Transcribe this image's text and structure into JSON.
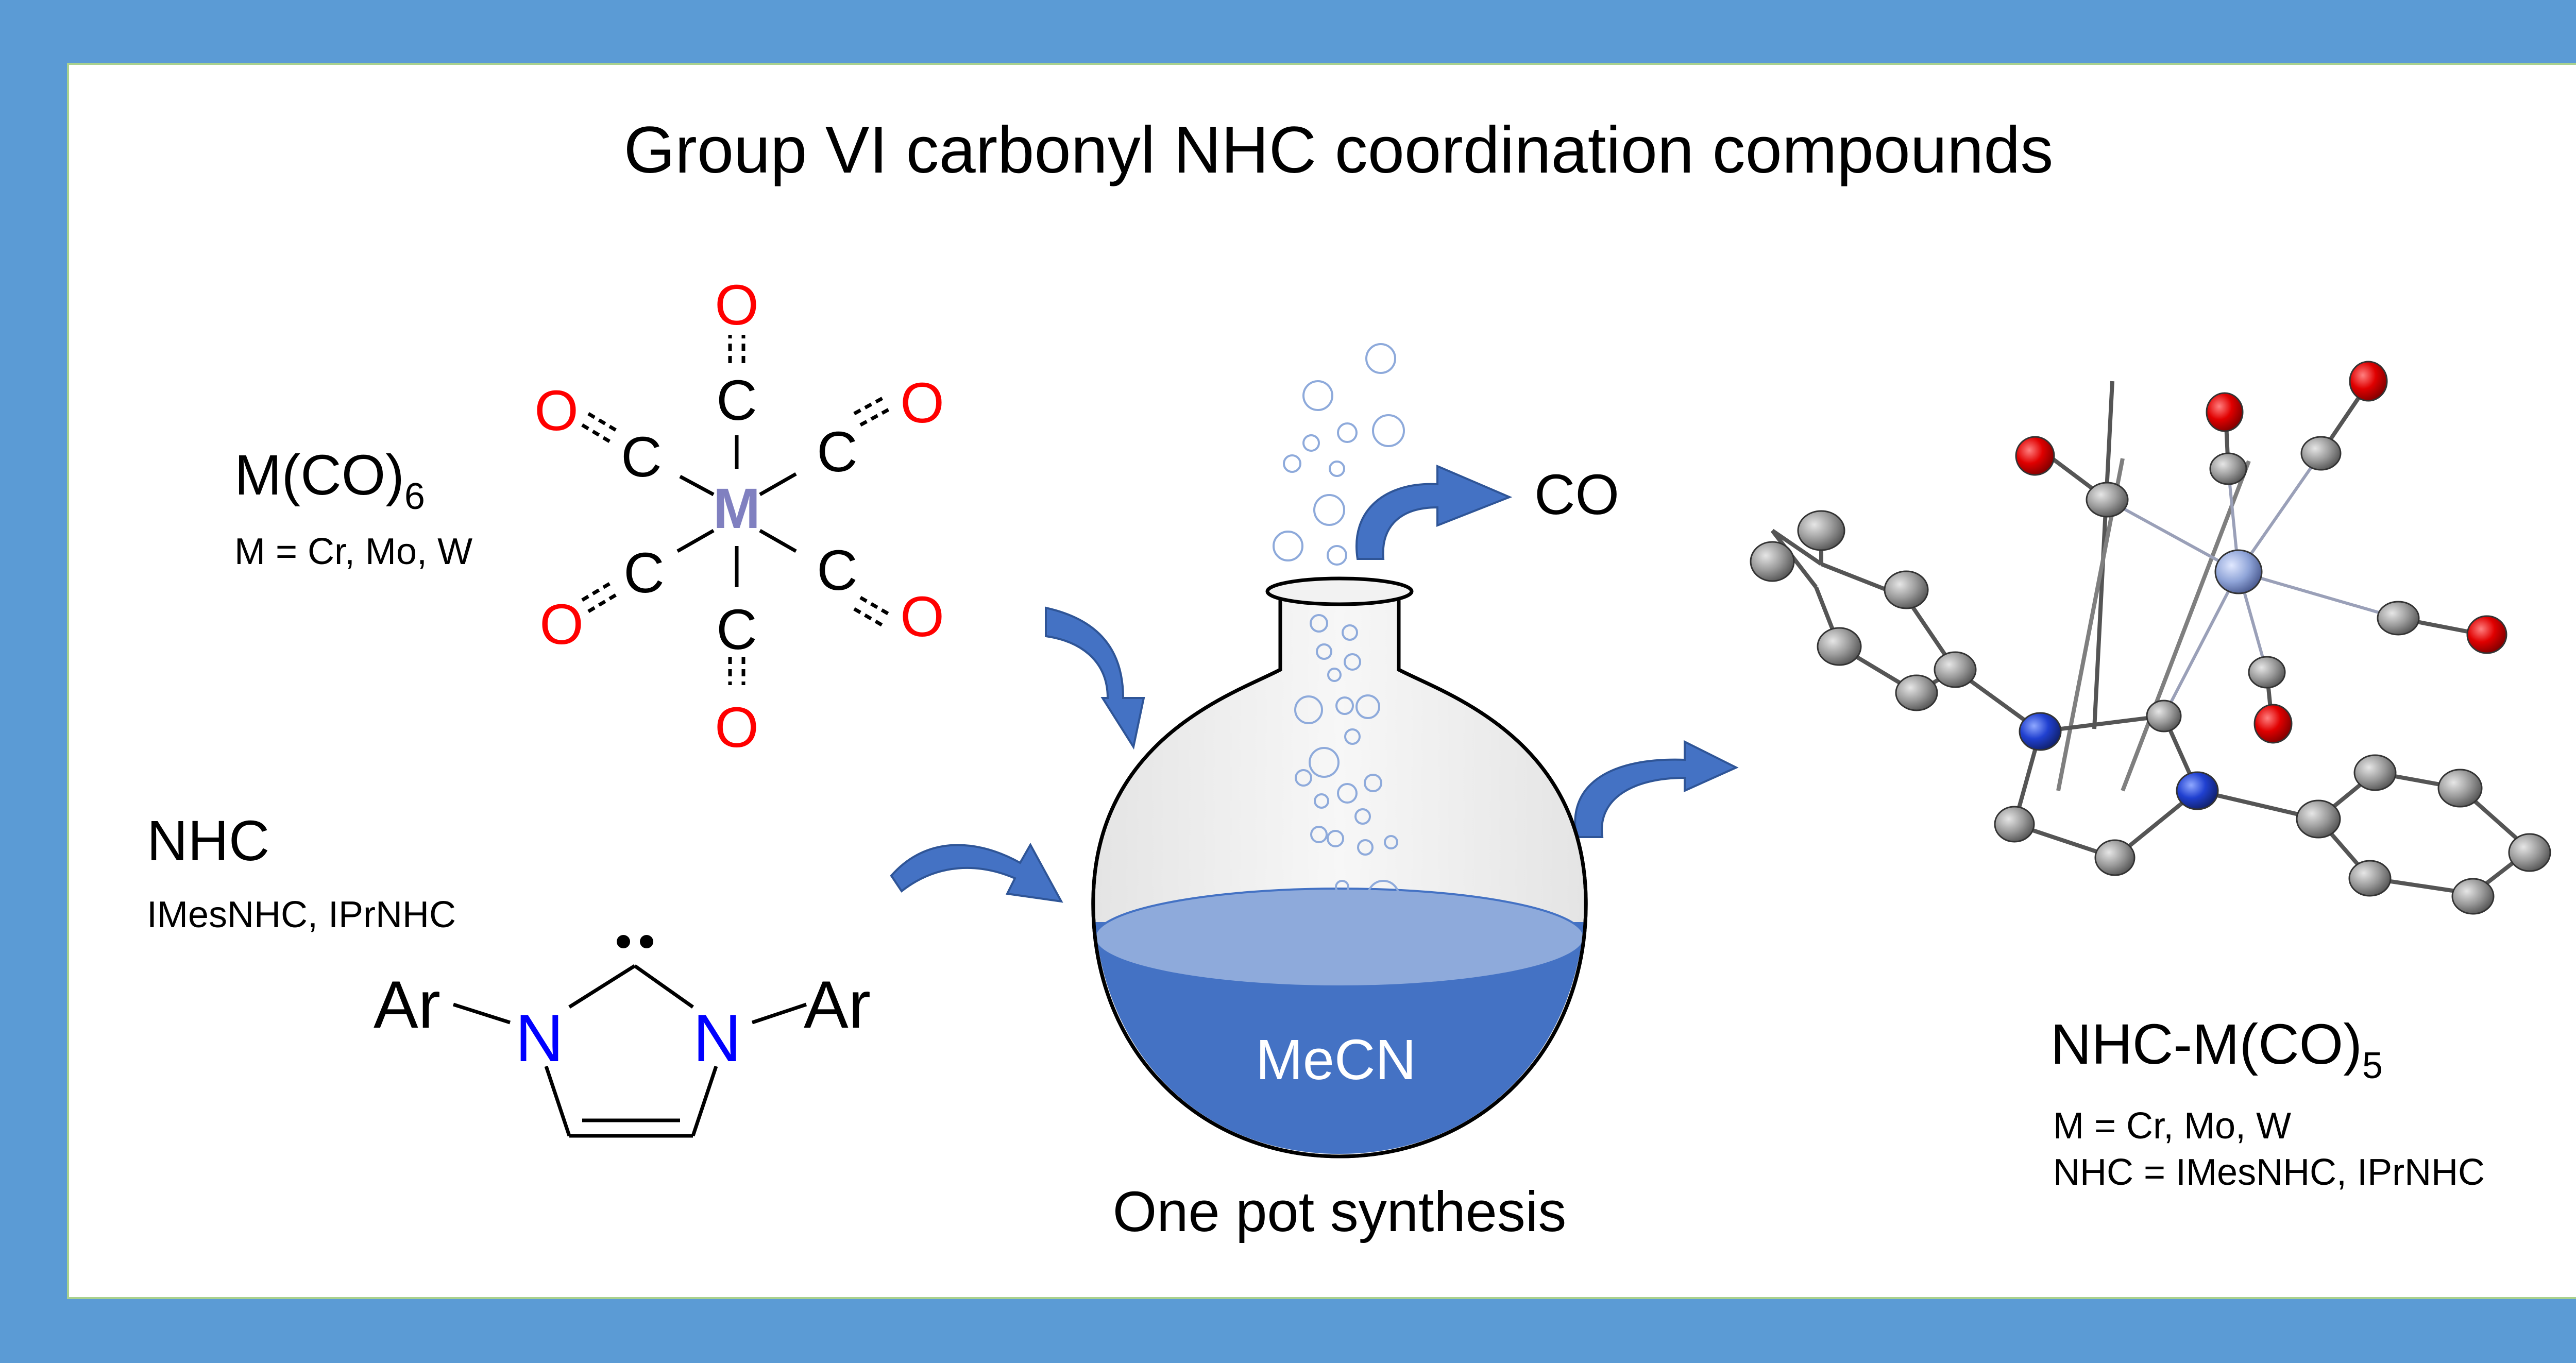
{
  "title": "Group VI carbonyl NHC coordination compounds",
  "reactant_mco6": {
    "formula_main": "M(CO)",
    "formula_sub": "6",
    "scope": "M = Cr, Mo, W",
    "center_atom": "M",
    "atom_c": "C",
    "atom_o": "O"
  },
  "reactant_nhc": {
    "label": "NHC",
    "scope": "IMesNHC, IPrNHC",
    "substituent": "Ar",
    "atom_n": "N",
    "lone_pair": "••"
  },
  "flask": {
    "solvent": "MeCN",
    "caption": "One pot synthesis",
    "released_gas": "CO"
  },
  "product": {
    "formula_main": "NHC-M(CO)",
    "formula_sub": "5",
    "scope_metal": "M = Cr, Mo, W",
    "scope_nhc": "NHC = IMesNHC, IPrNHC"
  },
  "colors": {
    "frame": "#5b9bd5",
    "panel_border": "#a9d18e",
    "oxygen": "#ff0000",
    "nitrogen": "#0000ff",
    "metal": "#8080c0",
    "arrow": "#4472c4",
    "solvent": "#4472c4"
  }
}
